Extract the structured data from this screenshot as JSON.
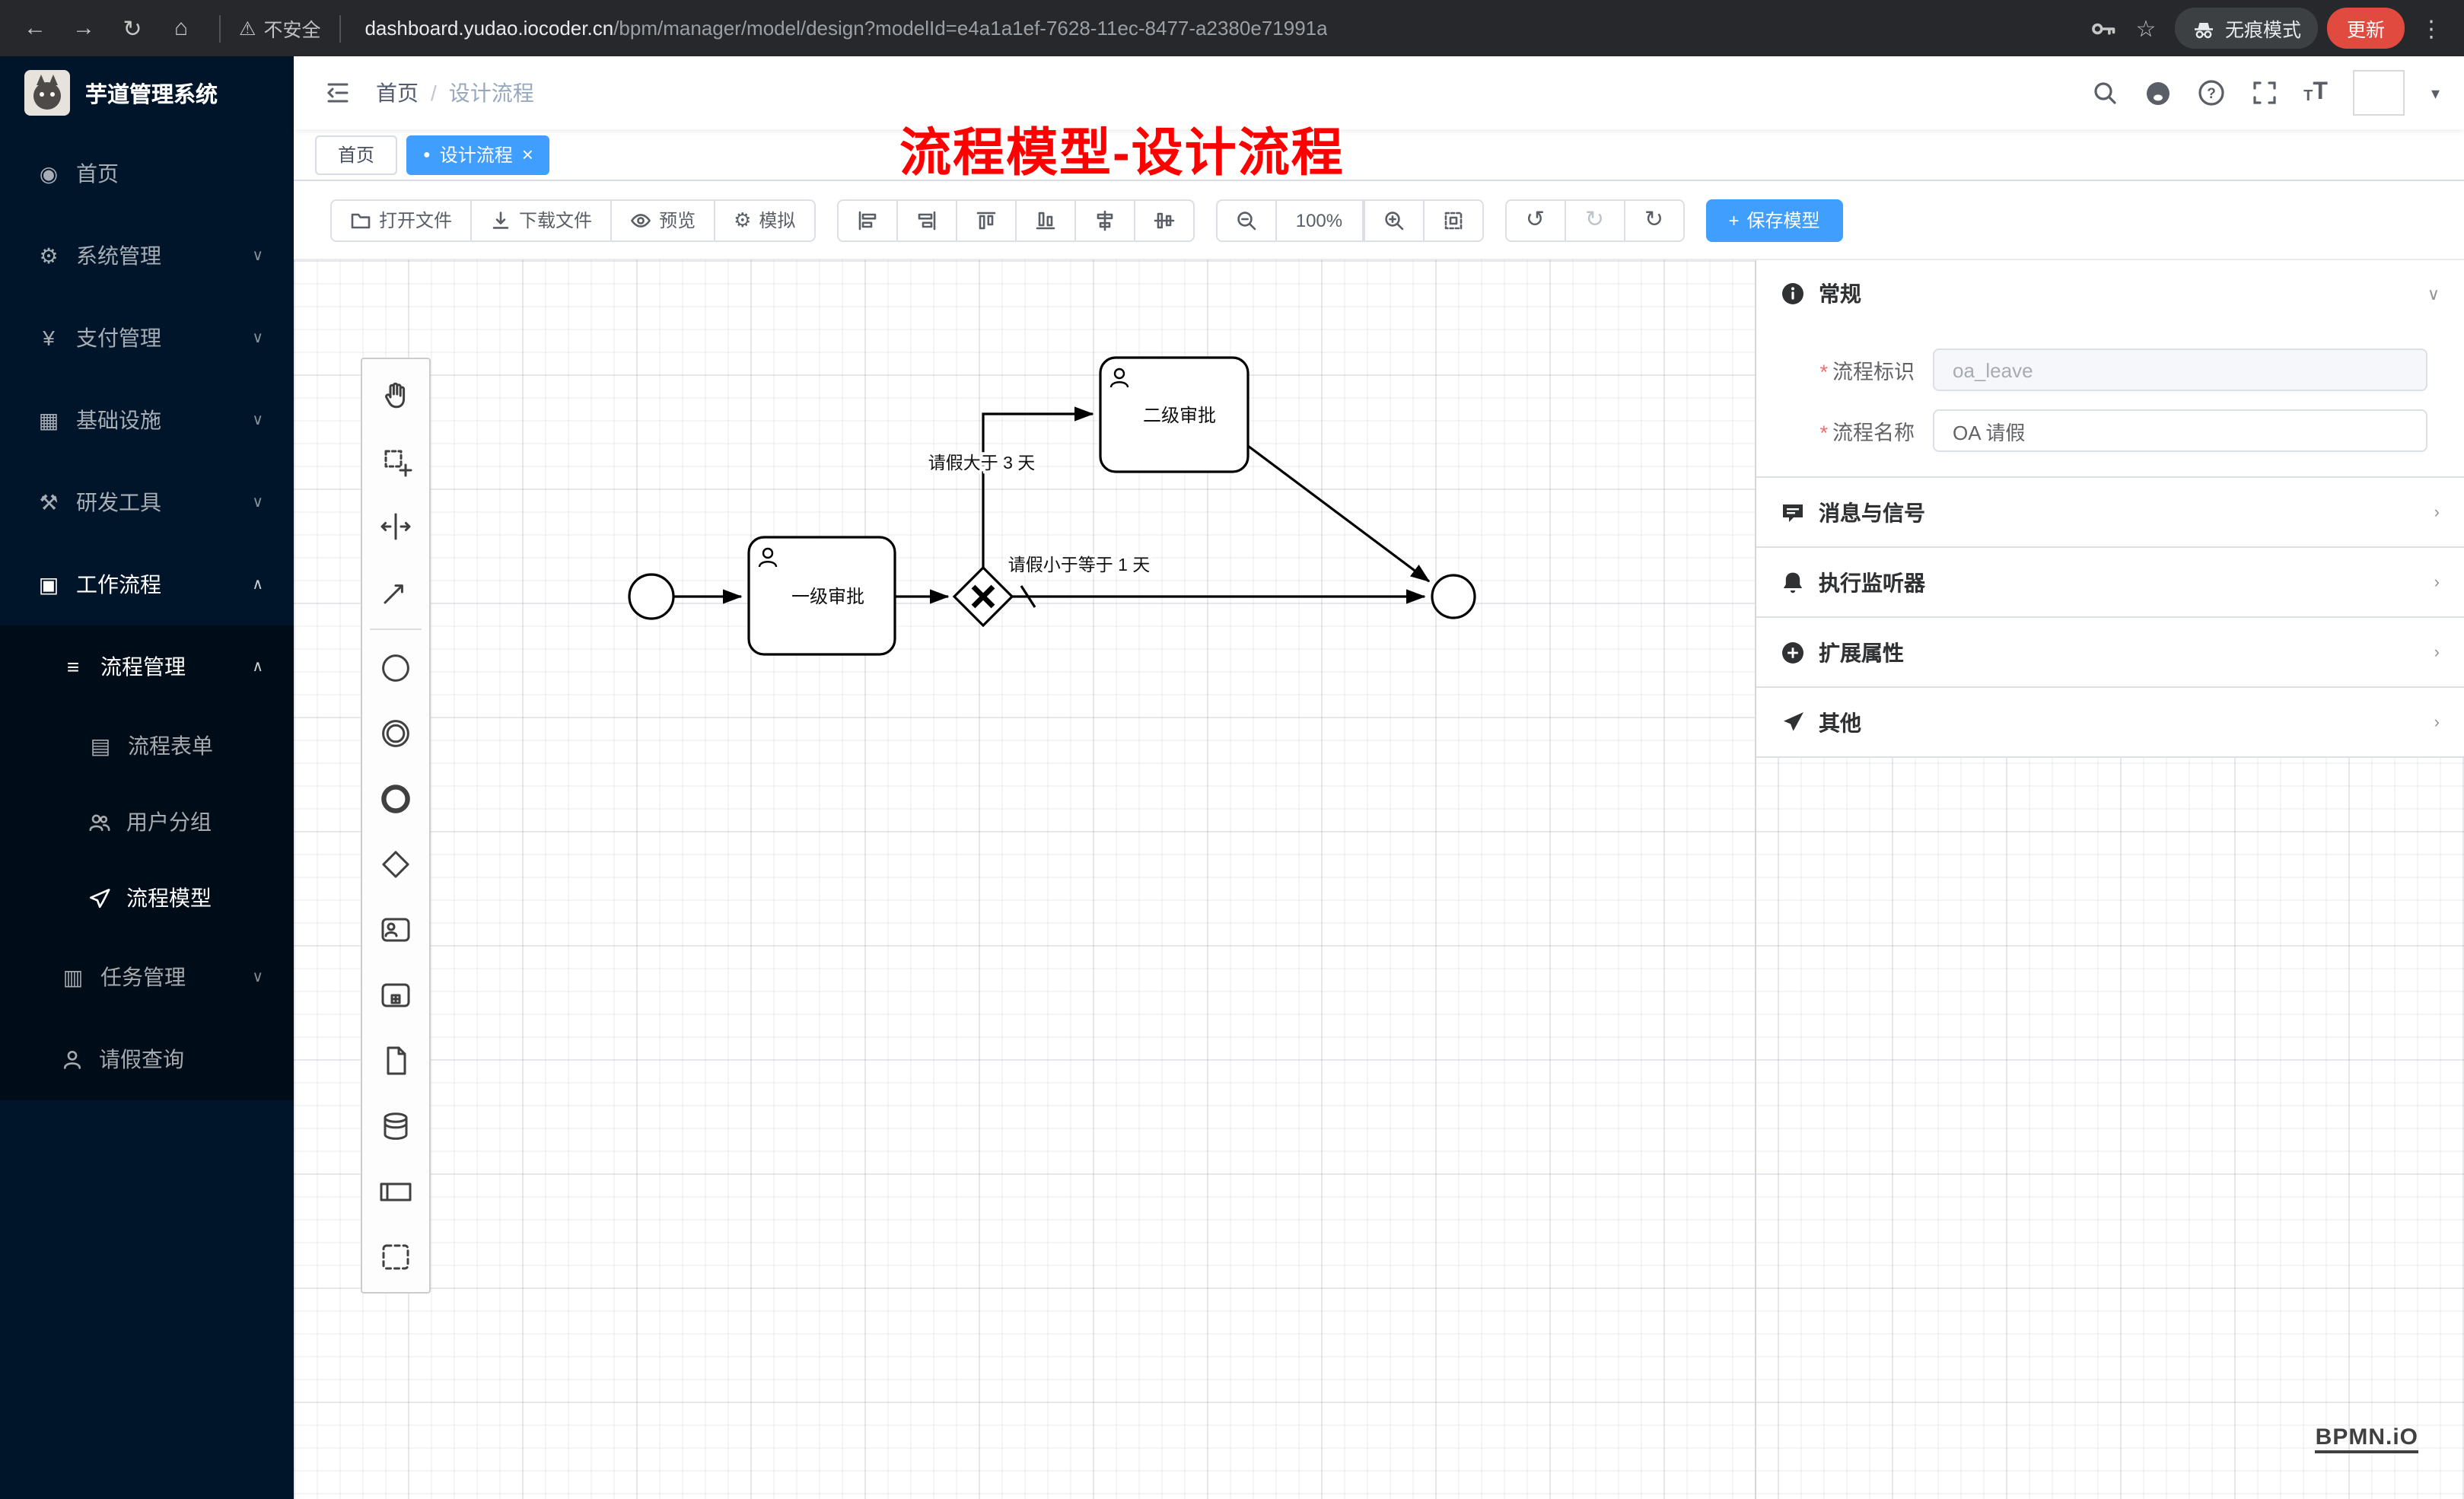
{
  "icons": {
    "back": "←",
    "forward": "→",
    "reload": "↻",
    "home": "⌂",
    "warning": "⚠",
    "star": "☆",
    "more": "⋮",
    "dashboard": "◉",
    "gear": "⚙",
    "yen": "¥",
    "infra": "▦",
    "tools": "⚒",
    "workflow": "▣",
    "list": "≡",
    "doc": "▤",
    "tasks": "▥",
    "chev_down": "∨",
    "chev_up": "∧",
    "caret_down": "▾",
    "slash": "/",
    "dot": "●",
    "close": "×",
    "plus": "+",
    "undo": "↺",
    "redo": "↻",
    "refresh": "↻",
    "asterisk": "*",
    "chevron_right": "›"
  },
  "browser": {
    "security_text": "不安全",
    "url_domain": "dashboard.yudao.iocoder.cn",
    "url_path": "/bpm/manager/model/design?modelId=e4a1a1ef-7628-11ec-8477-a2380e71991a",
    "incognito_label": "无痕模式",
    "update_label": "更新"
  },
  "sidebar": {
    "app_title": "芋道管理系统",
    "menu": [
      {
        "label": "首页"
      },
      {
        "label": "系统管理"
      },
      {
        "label": "支付管理"
      },
      {
        "label": "基础设施"
      },
      {
        "label": "研发工具"
      },
      {
        "label": "工作流程"
      },
      {
        "label": "流程管理"
      },
      {
        "label": "流程表单"
      },
      {
        "label": "用户分组"
      },
      {
        "label": "流程模型"
      },
      {
        "label": "任务管理"
      },
      {
        "label": "请假查询"
      }
    ]
  },
  "header": {
    "breadcrumb": [
      "首页",
      "设计流程"
    ]
  },
  "annotation": "流程模型-设计流程",
  "tabs": [
    {
      "label": "首页"
    },
    {
      "label": "设计流程"
    }
  ],
  "toolbar": {
    "open_file": "打开文件",
    "download_file": "下载文件",
    "preview": "预览",
    "simulate": "模拟",
    "zoom_level": "100%",
    "save_model": "保存模型"
  },
  "diagram": {
    "task1": "一级审批",
    "task2": "二级审批",
    "cond_gt": "请假大于 3 天",
    "cond_le": "请假小于等于 1 天"
  },
  "panel": {
    "general_title": "常规",
    "fields": [
      {
        "label": "流程标识",
        "value": "oa_leave"
      },
      {
        "label": "流程名称",
        "value": "OA 请假"
      }
    ],
    "sections": [
      "消息与信号",
      "执行监听器",
      "扩展属性",
      "其他"
    ]
  },
  "watermark": "BPMN.iO"
}
